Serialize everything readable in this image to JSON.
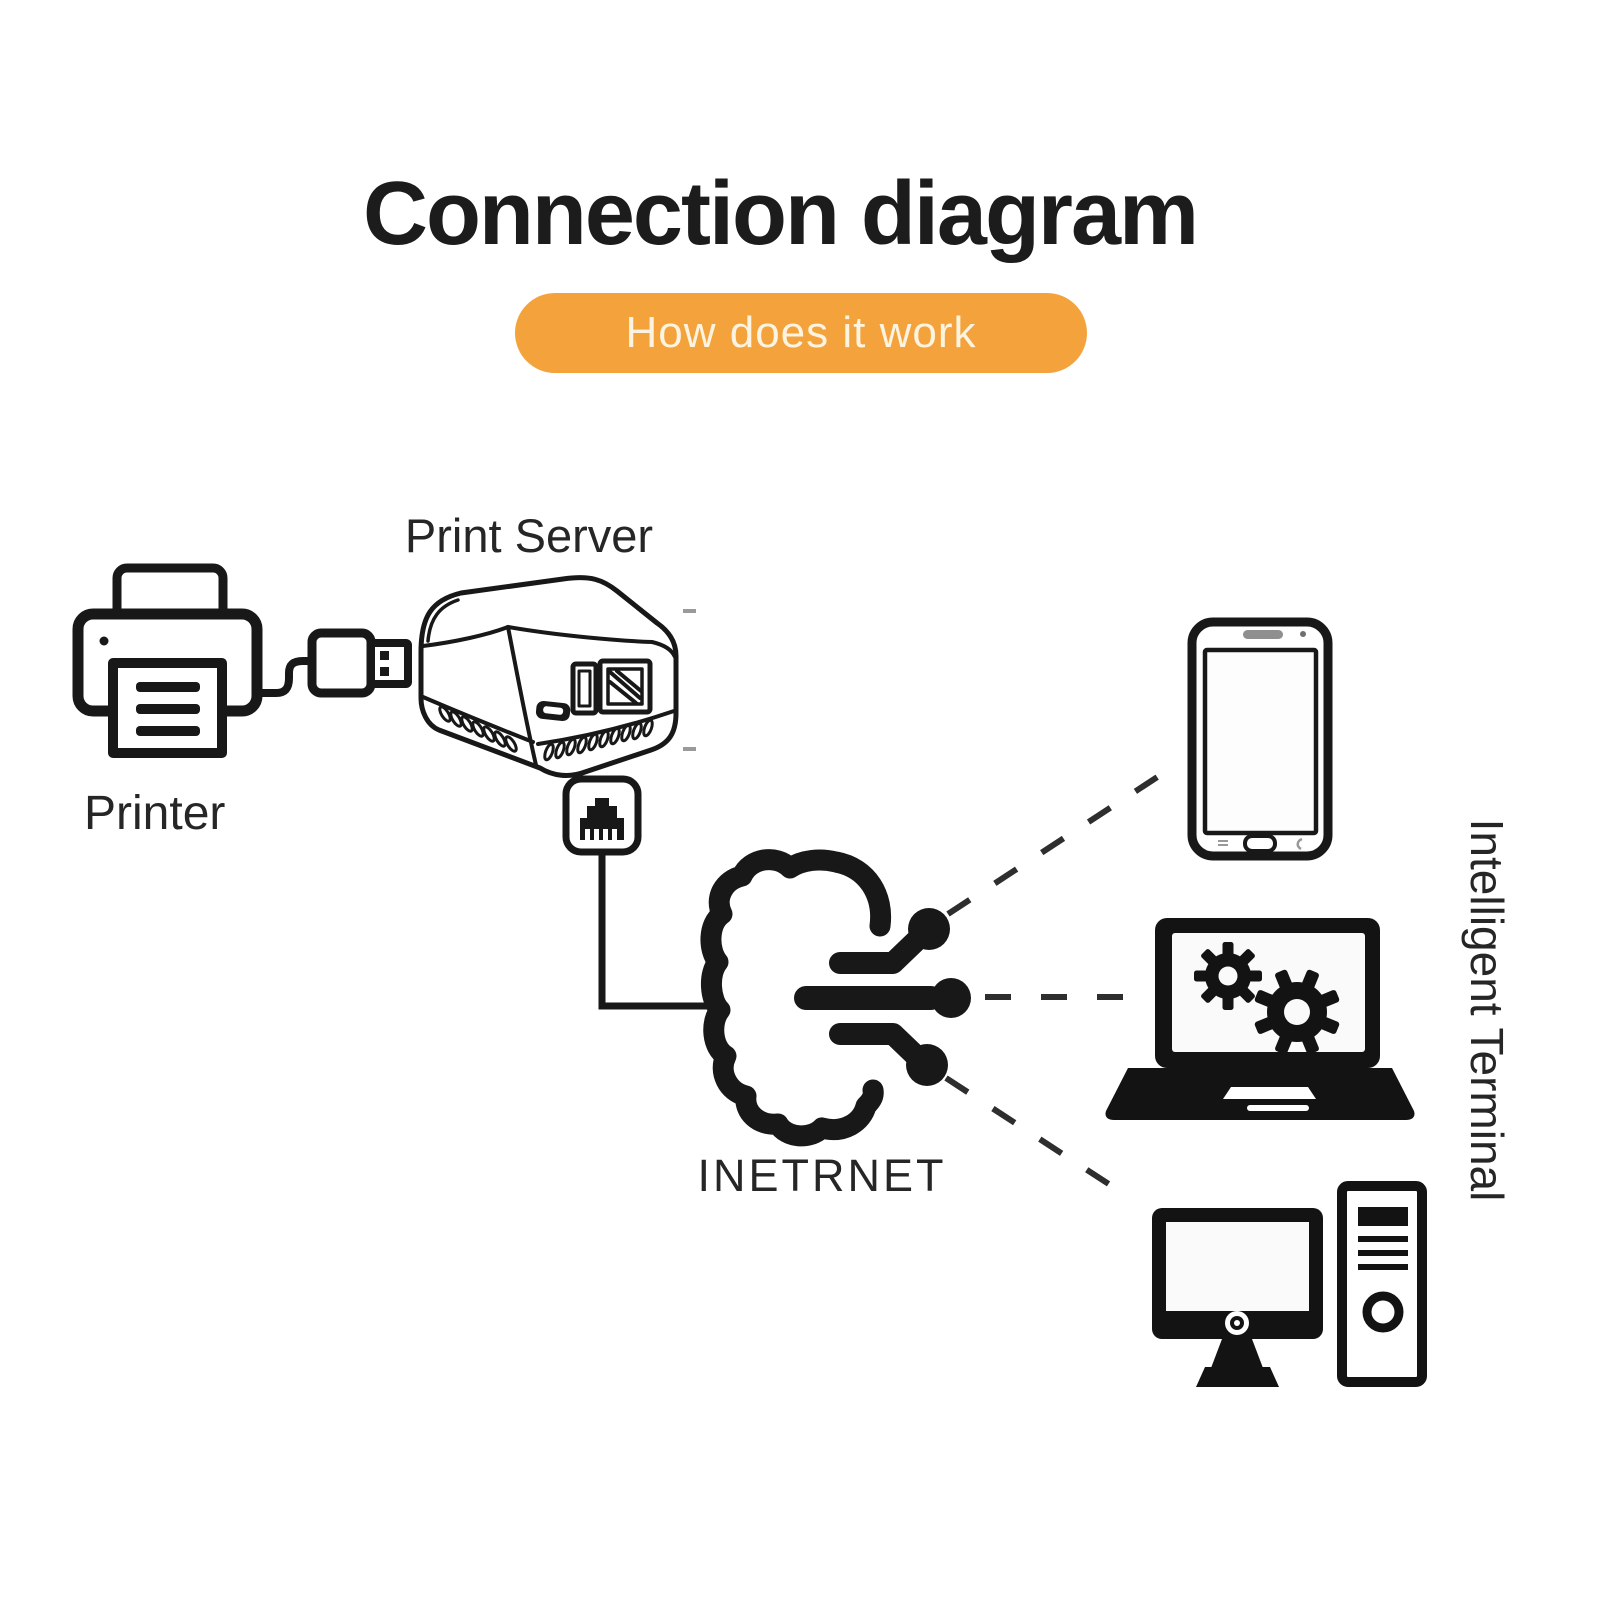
{
  "title": "Connection diagram",
  "badge": {
    "label": "How does it work"
  },
  "labels": {
    "printer": "Printer",
    "print_server": "Print Server",
    "internet": "INETRNET",
    "intelligent_terminal": "Intelligent Terminal"
  },
  "nodes": [
    {
      "id": "printer",
      "label": "Printer",
      "icon": "printer-icon"
    },
    {
      "id": "print-server",
      "label": "Print Server",
      "icon": "print-server-icon"
    },
    {
      "id": "ethernet-port",
      "label": "",
      "icon": "ethernet-port-icon"
    },
    {
      "id": "internet-cloud",
      "label": "INETRNET",
      "icon": "internet-cloud-icon"
    },
    {
      "id": "smartphone",
      "label": "",
      "icon": "smartphone-icon"
    },
    {
      "id": "laptop",
      "label": "",
      "icon": "laptop-icon"
    },
    {
      "id": "desktop",
      "label": "",
      "icon": "desktop-computer-icon"
    }
  ],
  "connections": [
    {
      "from": "printer",
      "to": "print-server",
      "style": "solid",
      "via": "usb-cable"
    },
    {
      "from": "print-server",
      "to": "internet-cloud",
      "style": "solid",
      "via": "ethernet-cable"
    },
    {
      "from": "internet-cloud",
      "to": "smartphone",
      "style": "dashed"
    },
    {
      "from": "internet-cloud",
      "to": "laptop",
      "style": "dashed"
    },
    {
      "from": "internet-cloud",
      "to": "desktop",
      "style": "dashed"
    }
  ],
  "colors": {
    "background": "#ffffff",
    "line_art": "#181818",
    "badge_bg": "#F4A23C",
    "badge_text": "#FCF4E0",
    "label_text": "#262626"
  }
}
